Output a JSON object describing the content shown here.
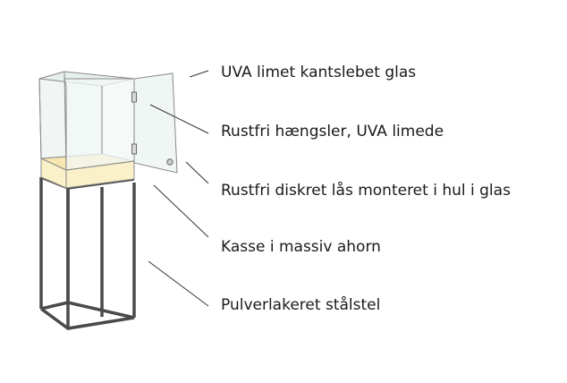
{
  "labels": [
    "UVA limet kantslebet glas",
    "Rustfri hængsler, UVA limede",
    "Rustfri diskret lås monteret i hul i glas",
    "Kasse i massiv ahorn",
    "Pulverlakeret stålstel"
  ],
  "colors": {
    "glass_fill": "#eef5f3",
    "glass_stroke": "#8a8a8a",
    "wood_box": "#faf1c8",
    "steel": "#4a4a4a",
    "leader_line": "#333333",
    "text": "#1a1a1a"
  }
}
